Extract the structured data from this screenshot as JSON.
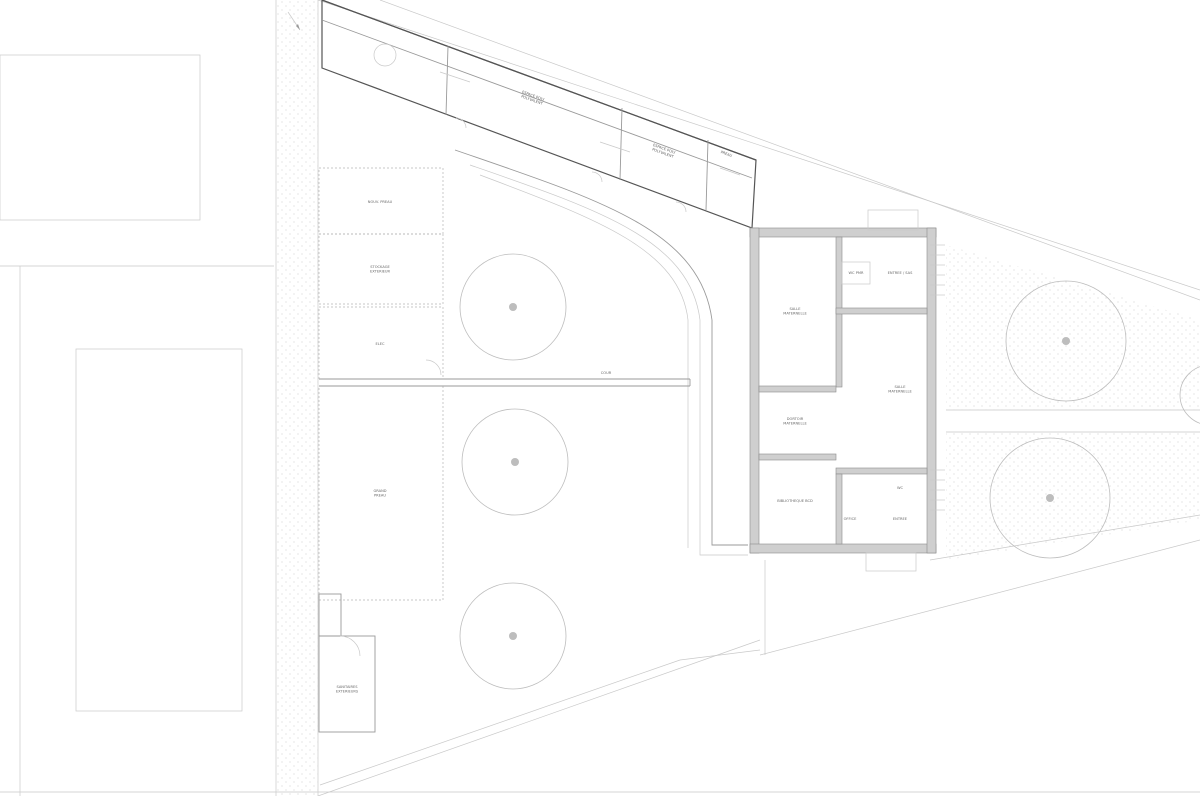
{
  "rooms": {
    "salle_polyvalente_top": "ESPACE POLY.\nPOLYVALENT",
    "salle_mid_top": "ESPACE POLY.\nPOLYVALENT",
    "small_end": "PREAU",
    "r_1": "NOUV. PREAU",
    "r_2": "STOCKAGE\nEXTERIEUR",
    "r_3": "ELEC",
    "r_4": "GRAND\nPREAU",
    "r_5": "SANITAIRES\nEXTERIEURS",
    "r_6": "COUR",
    "r_7": "SALLE\nMATERNELLE",
    "r_8": "DORTOIR\nMATERNELLE",
    "r_9": "BIBLIOTHEQUE BCD",
    "r_10": "SALLE\nMATERNELLE",
    "r_11": "WC PMR",
    "r_12": "ENTREE / SAS",
    "r_13": "WC",
    "r_14": "OFFICE",
    "r_15": "ENTREE"
  },
  "colors": {
    "hatch": "#d9d9d9",
    "wall_fill": "#cfcfcf",
    "line": "#bdbdbd"
  }
}
